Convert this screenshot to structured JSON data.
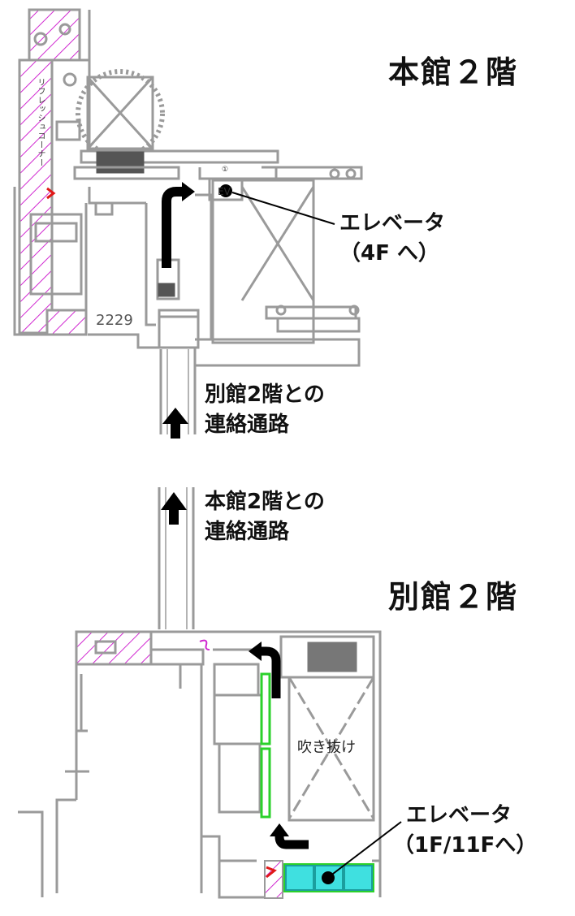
{
  "main": {
    "title": "本館２階",
    "elevator_label_line1": "エレベータ",
    "elevator_label_line2": "（4F へ）",
    "passage_line1": "別館2階との",
    "passage_line2": "連絡通路",
    "room_number": "2229",
    "refresh_corner": "リフレッシュコーナー",
    "ev_marker": "①",
    "ev_text": "EV"
  },
  "annex": {
    "title": "別館２階",
    "passage_line1": "本館2階との",
    "passage_line2": "連絡通路",
    "atrium": "吹き抜け",
    "elevator_label_line1": "エレベータ",
    "elevator_label_line2": "（1F/11Fへ）"
  },
  "colors": {
    "wall": "#9a9a9a",
    "hatch": "#d028d0",
    "highlight_green": "#2bd12b",
    "elevator_cyan": "#3fe0e0",
    "door_red": "#e01818",
    "arrow": "#000000"
  }
}
